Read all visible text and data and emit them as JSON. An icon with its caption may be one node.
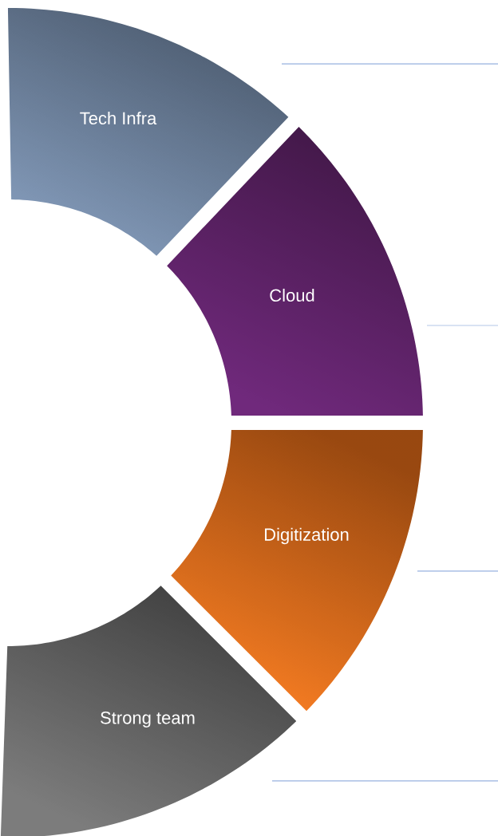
{
  "diagram": {
    "nodes": [
      {
        "text": [
          "Tech Infra"
        ]
      },
      {
        "text": [
          "Cloud"
        ]
      },
      {
        "text": [
          "Digitization"
        ]
      },
      {
        "text": [
          "Strong team"
        ]
      }
    ]
  }
}
